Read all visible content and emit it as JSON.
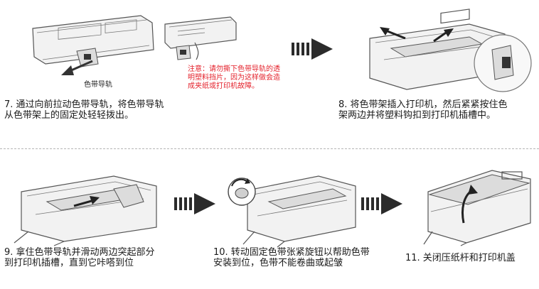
{
  "steps": {
    "step7": {
      "caption": "7. 通过向前拉动色带导轨，将色带导轨\n   从色带架上的固定处轻轻拨出。",
      "label": "色带导轨",
      "note": "注意：请勿撕下色带导轨的透\n明塑料挡片，因为这样做会造\n成夹纸或打印机故障。"
    },
    "step8": {
      "caption": "8. 将色带架插入打印机，然后紧紧按住色\n   架两边并将塑料钩扣到打印机插槽中。"
    },
    "step9": {
      "caption": "9. 拿住色带导轨并滑动两边突起部分\n   到打印机插槽，直到它咔嗒到位"
    },
    "step10": {
      "caption": "10. 转动固定色带张紧旋钮以帮助色带\n     安装到位，色带不能卷曲或起皱"
    },
    "step11": {
      "caption": "11. 关闭压纸杆和打印机盖"
    }
  },
  "colors": {
    "note_red": "#e4212b",
    "arrow_dark": "#2b2b2b",
    "divider": "#b5b5b5"
  },
  "icons": [
    "arrow-right-icon",
    "arrow-left-pull-icon",
    "hand-icon",
    "knob-rotate-icon",
    "cover-close-arrow-icon"
  ]
}
